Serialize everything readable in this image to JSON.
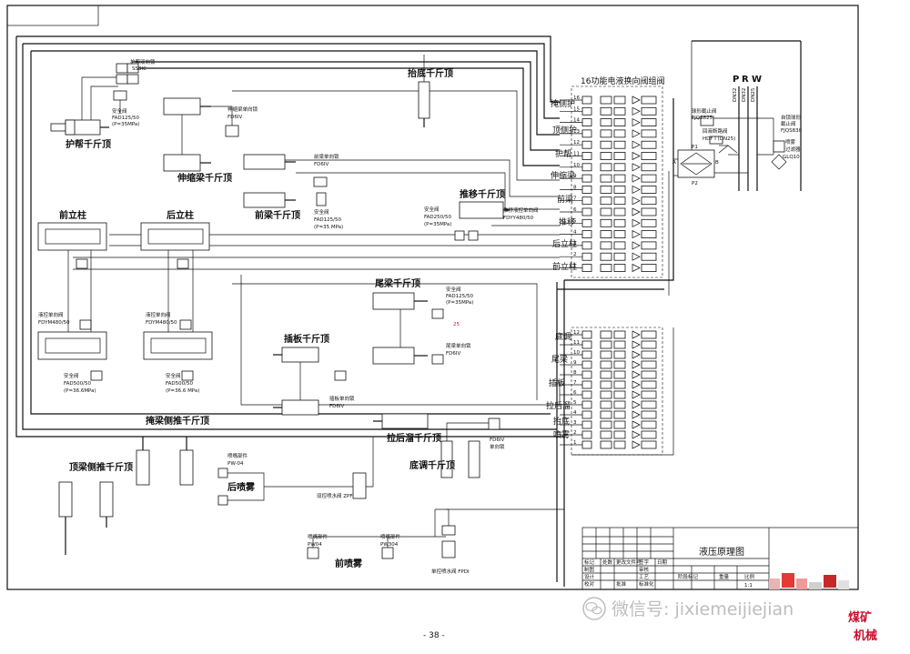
{
  "diagram": {
    "title_block": {
      "drawing_title": "液压原理图",
      "row_labels": [
        "标记",
        "处数",
        "更改文件号",
        "签字",
        "日期"
      ],
      "sign_labels": [
        "制图",
        "设计",
        "校对",
        "审核",
        "工艺",
        "标准化",
        "批准"
      ],
      "col_labels": [
        "阶段标记",
        "重量",
        "比例"
      ],
      "scale": "1:1"
    },
    "page_number": "- 38 -",
    "watermark": "微信号: jixiemeijiejian",
    "logo_lines": [
      "煤矿",
      "机械"
    ],
    "valve_bank_top": {
      "title": "16功能电液换向阀组阀",
      "functions": [
        "掩侧护",
        "顶侧护",
        "护帮",
        "伸缩梁",
        "前梁",
        "推移",
        "后立柱",
        "前立柱"
      ],
      "port_numbers": [
        "16",
        "15",
        "14",
        "13",
        "12",
        "11",
        "10",
        "9",
        "8",
        "7",
        "6",
        "5",
        "4",
        "3",
        "2",
        "1"
      ]
    },
    "valve_bank_bottom": {
      "functions": [
        "底调",
        "尾梁",
        "插板",
        "拉后溜",
        "抬底",
        "喷雾"
      ],
      "port_numbers": [
        "12",
        "11",
        "10",
        "9",
        "8",
        "7",
        "6",
        "5",
        "4",
        "3",
        "2",
        "1"
      ]
    },
    "actuators": {
      "huban": "护帮千斤顶",
      "shensuo": "伸缩梁千斤顶",
      "qianliang": "前梁千斤顶",
      "taidi": "抬底千斤顶",
      "tuiyi": "推移千斤顶",
      "qianlizhu": "前立柱",
      "houlizhu": "后立柱",
      "weiliang": "尾梁千斤顶",
      "chaban": "插板千斤顶",
      "yanliang": "掩梁侧推千斤顶",
      "dingliang": "顶梁侧推千斤顶",
      "lahouliu": "拉后溜千斤顶",
      "didiao": "底调千斤顶",
      "houpenwu": "后喷雾",
      "qianpenwu": "前喷雾"
    },
    "valve_notes": {
      "hb_valve": "护帮双向锁",
      "hb_code": "SS3IC",
      "hb_safety": "安全阀",
      "hb_fad": "FAD125/50",
      "hb_p": "(P=35MPa)",
      "ss_valve": "伸缩梁单向锁",
      "ss_code": "FD6IV",
      "ql_valve": "前梁单向锁",
      "ql_code": "FD6IV",
      "ql_safety": "安全阀",
      "ql_fad": "FAD125/50",
      "ql_p": "(P=35 MPa)",
      "ty_safety": "安全阀",
      "ty_fad": "FAD250/50",
      "ty_p": "(P=35MPa)",
      "ty_valve": "推移液控单向阀",
      "ty_code": "FDYY480/50",
      "qlz_valve": "液控单向阀",
      "qlz_code": "FDYM480/50",
      "qlz_safety": "安全阀",
      "qlz_fad": "FAD500/50",
      "qlz_p": "(P=36.6MPa)",
      "hlz_valve": "液控单向阀",
      "hlz_code": "FDYM480/50",
      "hlz_safety": "安全阀",
      "hlz_fad": "FAD500/50",
      "hlz_p": "(P=36.6 MPa)",
      "wl_safety": "安全阀",
      "wl_fad": "FAD125/50",
      "wl_p": "(P=35MPa)",
      "wl_valve": "尾梁单向锁",
      "wl_code": "FD6IV",
      "cb_valve": "插板单向锁",
      "cb_code": "FD6IV",
      "dd_code": "FD6IV",
      "dd_valve": "单向锁",
      "filter_ball": "球形截止阀",
      "filter_ball_code": "FJQS825",
      "filter_return": "回液断路阀",
      "filter_return_code": "HDF I (DN25)",
      "autofilter1": "自锁球形",
      "autofilter2": "截止阀",
      "autofilter_code": "FJQS830",
      "sprayfilter1": "喷雾",
      "sprayfilter2": "过滤器",
      "sprayfilter_code": "GLQ10",
      "nozzle_hou": "喷嘴部件",
      "nozzle_hou_code": "PW-04",
      "double_water": "双控喷水阀 ZPF",
      "nozzle_q1": "喷嘴部件",
      "nozzle_q1_code": "PW04",
      "nozzle_q2": "喷嘴部件",
      "nozzle_q2_code": "PW304",
      "single_water": "单控喷水阀 FPDI",
      "red_mark": "25"
    },
    "pipe_labels": {
      "p": "P",
      "r": "R",
      "w": "W",
      "p_dn": "DN32",
      "r_dn": "DN32",
      "w_dn": "DN25"
    },
    "filter_ports": {
      "a": "A",
      "b": "B",
      "p1": "P1",
      "p2": "P2"
    }
  }
}
